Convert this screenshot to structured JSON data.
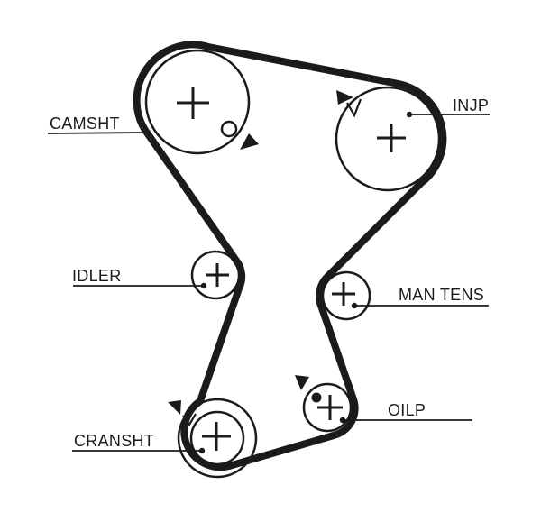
{
  "colors": {
    "ink": "#1b1b1b",
    "background": "#ffffff"
  },
  "diagram": {
    "labels": {
      "camshaft": "CAMSHT",
      "injection_pump": "INJP",
      "idler": "IDLER",
      "manual_tensioner": "MAN TENS",
      "crankshaft": "CRANSHT",
      "oil_pump": "OILP"
    },
    "icons": {
      "timing_arrow": "filled-triangle",
      "timing_hole": "small-outline-circle",
      "timing_dot": "filled-dot",
      "timing_notch": "v-notch"
    }
  }
}
